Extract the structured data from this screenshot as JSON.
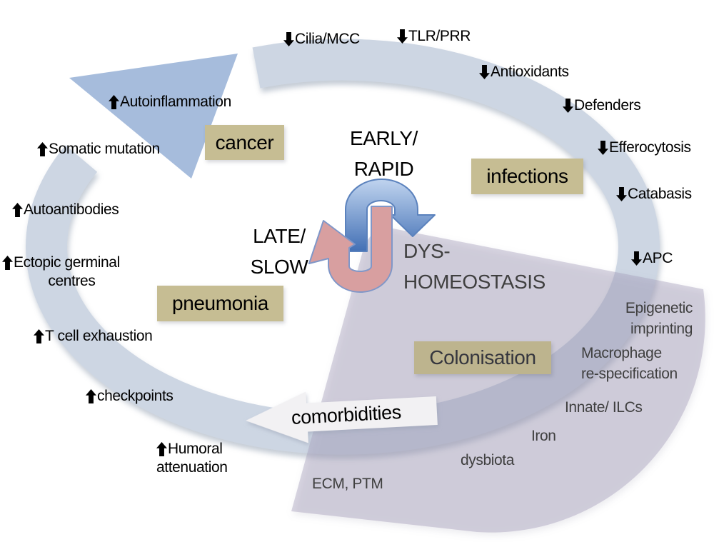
{
  "figure": "dyshomeostasis-cycle-diagram",
  "colors": {
    "band": "#cdd6e3",
    "band_arrowhead": "rgba(146,173,212,0.82)",
    "wedge": "rgba(164,158,186,0.42)",
    "box_bg": "#c6bd93",
    "box_bg_muted": "#bdb48e",
    "blue_dark": "#3f6db3",
    "blue_light": "#c4d7f1",
    "blue_border": "#5b82bd",
    "pink": "#d89fa0",
    "pink_border": "#8097c8",
    "comorbidities_bg": "#f2f1f3",
    "text_black": "#000000",
    "text_gray": "#3f3f3f",
    "text_slate": "#35363e"
  },
  "center": {
    "early": {
      "line1": "EARLY/",
      "line2": "RAPID"
    },
    "late": {
      "line1": "LATE/",
      "line2": "SLOW"
    },
    "dys": {
      "line1": "DYS-",
      "line2": "HOMEOSTASIS"
    }
  },
  "boxes": {
    "cancer": "cancer",
    "infections": "infections",
    "pneumonia": "pneumonia",
    "colonisation": "Colonisation"
  },
  "comorbidities": "comorbidities",
  "labels": {
    "down": [
      {
        "text": "Cilia/MCC"
      },
      {
        "text": "TLR/PRR"
      },
      {
        "text": "Antioxidants"
      },
      {
        "text": "Defenders"
      },
      {
        "text": "Efferocytosis"
      },
      {
        "text": "Catabasis"
      },
      {
        "text": "APC"
      }
    ],
    "up": [
      {
        "text": "Autoinflammation"
      },
      {
        "text": "Somatic mutation"
      },
      {
        "text": "Autoantibodies"
      },
      {
        "text": "Ectopic germinal",
        "text2": "centres"
      },
      {
        "text": "T cell exhaustion"
      },
      {
        "text": "checkpoints"
      },
      {
        "text": "Humoral",
        "text2": "attenuation"
      }
    ]
  },
  "wedge_notes": {
    "epigenetic": {
      "line1": "Epigenetic",
      "line2": "imprinting"
    },
    "macrophage": {
      "line1": "Macrophage",
      "line2": "re-specification"
    },
    "innate": {
      "text": "Innate/ ILCs"
    },
    "iron": {
      "text": "Iron"
    },
    "dysbiota": {
      "text": "dysbiota"
    },
    "ecm": {
      "text": "ECM, PTM"
    }
  },
  "icons": {
    "up_arrow": "up-arrow-icon",
    "down_arrow": "down-arrow-icon"
  }
}
